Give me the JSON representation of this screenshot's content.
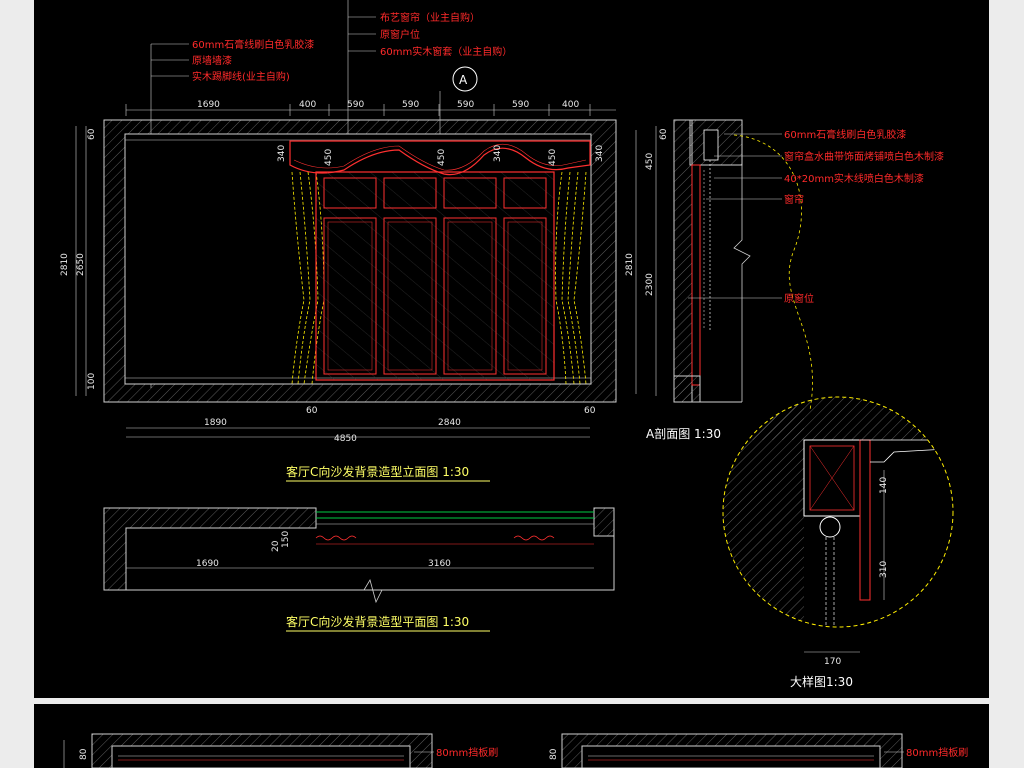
{
  "labels": {
    "elev_title": "客厅C向沙发背景造型立面图 1:30",
    "plan_title": "客厅C向沙发背景造型平面图 1:30",
    "section_title": "A剖面图 1:30",
    "detail_title": "大样图1:30",
    "marker": "A"
  },
  "notes_top": [
    "布艺窗帘（业主自购）",
    "原窗户位",
    "60mm实木窗套（业主自购）"
  ],
  "notes_left": [
    "60mm石膏线刷白色乳胶漆",
    "原墙墙漆",
    "实木踢脚线(业主自购)"
  ],
  "notes_section": [
    "60mm石膏线刷白色乳胶漆",
    "窗帘盒水曲带饰面烤铺喷白色木制漆",
    "40*20mm实木线喷白色木制漆",
    "窗帘",
    "原窗位"
  ],
  "elev_top_dims": [
    "1690",
    "400",
    "590",
    "590",
    "590",
    "590",
    "400"
  ],
  "elev_inner_dims": [
    "340",
    "450",
    "450",
    "450",
    "340",
    "340"
  ],
  "elev_left_dims": [
    "60",
    "2810",
    "2650",
    "100"
  ],
  "elev_right_dims": [
    "2810"
  ],
  "elev_bottom_dims": [
    "60",
    "60",
    "1890",
    "2840",
    "4850"
  ],
  "section_dims": [
    "60",
    "450",
    "2300"
  ],
  "plan_dims": [
    "1690",
    "3160",
    "20",
    "150"
  ],
  "detail_dims": [
    "140",
    "310",
    "170"
  ],
  "bottom_notes": [
    "80mm挡板刷",
    "80mm挡板刷"
  ],
  "bottom_dims": [
    "80",
    "80"
  ]
}
